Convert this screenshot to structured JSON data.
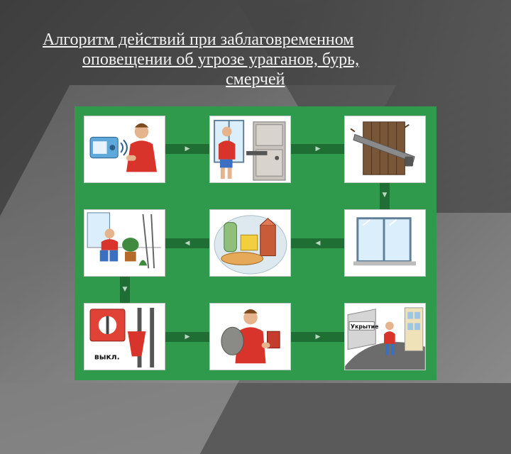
{
  "slide": {
    "title_line1": "Алгоритм действий при заблаговременном",
    "title_line2": "оповещении об угрозе ураганов, бурь,",
    "title_line3": "смерчей"
  },
  "panels": [
    {
      "icon": "radio-listening-icon"
    },
    {
      "icon": "close-windows-doors-icon"
    },
    {
      "icon": "board-up-icon"
    },
    {
      "icon": "remove-items-from-balcony-icon"
    },
    {
      "icon": "food-water-supply-icon"
    },
    {
      "icon": "window-icon"
    },
    {
      "icon": "power-switch-off-icon",
      "label": "выкл."
    },
    {
      "icon": "pack-documents-icon"
    },
    {
      "icon": "go-to-shelter-icon",
      "label": "Укрытие"
    }
  ],
  "colors": {
    "board": "#2f9a4b",
    "connector": "#1f6e33",
    "title": "#f2f2f2"
  }
}
